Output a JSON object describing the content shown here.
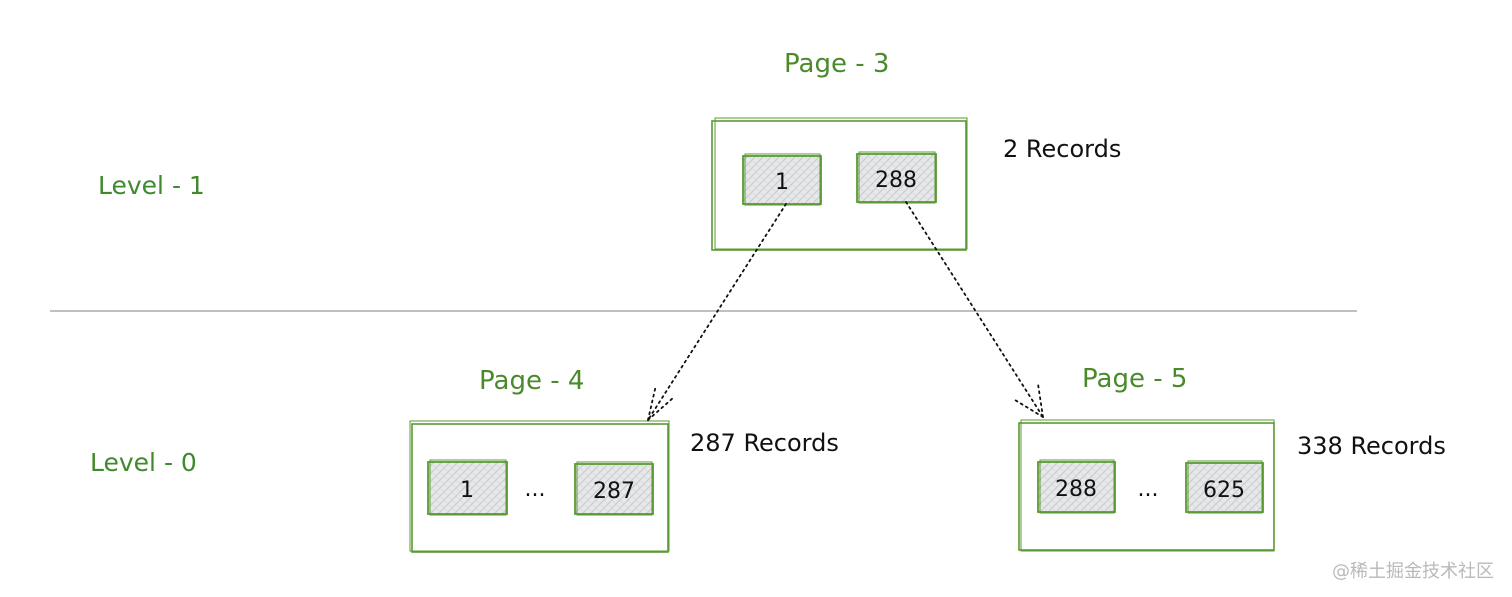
{
  "levels": {
    "level1": "Level - 1",
    "level0": "Level - 0"
  },
  "pages": {
    "p3": {
      "title": "Page - 3",
      "records": "2 Records",
      "cells": [
        "1",
        "288"
      ]
    },
    "p4": {
      "title": "Page - 4",
      "records": "287 Records",
      "cells": [
        "1",
        "287"
      ],
      "ellipsis": "..."
    },
    "p5": {
      "title": "Page - 5",
      "records": "338 Records",
      "cells": [
        "288",
        "625"
      ],
      "ellipsis": "..."
    }
  },
  "watermark": "@稀土掘金技术社区",
  "colors": {
    "green": "#4a8a2c",
    "box_green": "#5a9a33",
    "cell_fill": "#e6e8ea",
    "divider": "#9a9a9a"
  }
}
